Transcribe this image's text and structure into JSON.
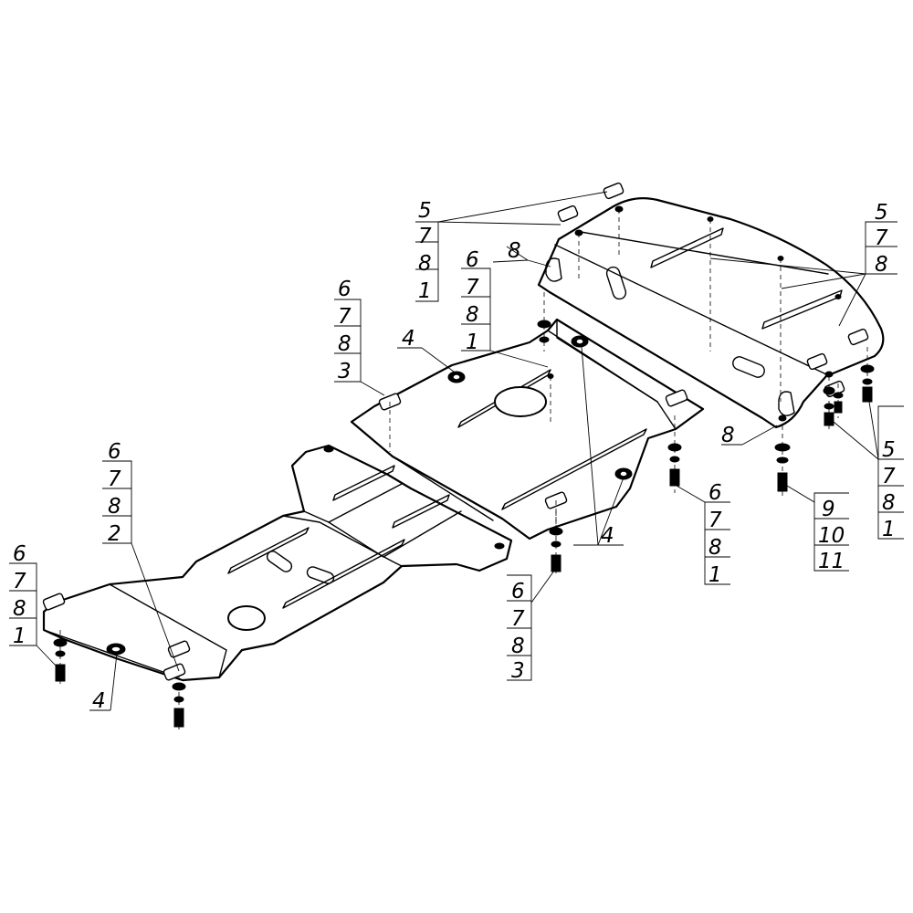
{
  "diagram": {
    "callouts": {
      "top_left": [
        "5",
        "7",
        "8",
        "1"
      ],
      "top_right": [
        "5",
        "7",
        "8"
      ],
      "mid_upper": [
        "6",
        "7",
        "8",
        "1"
      ],
      "bracket_front": "8",
      "bracket_rear": "8",
      "left_upper": [
        "6",
        "7",
        "8",
        "3"
      ],
      "boss_upper": "4",
      "left_mid": [
        "6",
        "7",
        "8",
        "2"
      ],
      "far_left": [
        "6",
        "7",
        "8",
        "1"
      ],
      "boss_left": "4",
      "boss_center": "4",
      "center_bottom": [
        "6",
        "7",
        "8",
        "3"
      ],
      "right_mid": [
        "6",
        "7",
        "8",
        "1"
      ],
      "bottom_right_a": [
        "9",
        "10",
        "11"
      ],
      "bottom_right_b": [
        "5",
        "7",
        "8",
        "1"
      ]
    }
  }
}
